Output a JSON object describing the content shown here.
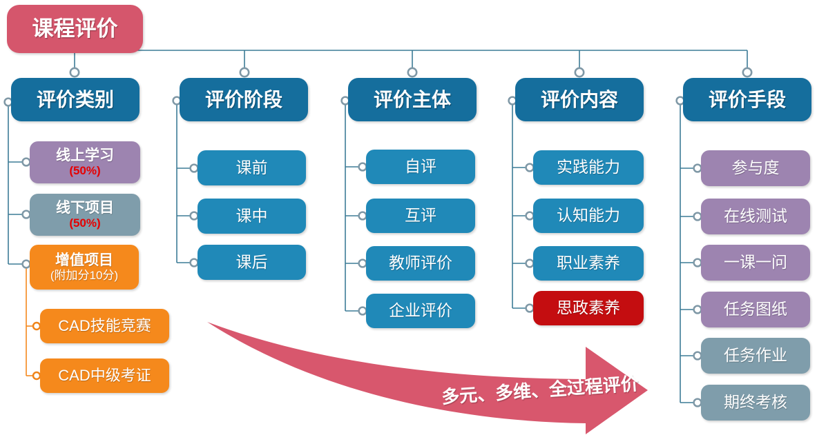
{
  "title": "课程评价",
  "columns": [
    {
      "header": "评价类别",
      "items": [
        {
          "label": "线上学习",
          "sub": "(50%)"
        },
        {
          "label": "线下项目",
          "sub": "(50%)"
        },
        {
          "label": "增值项目",
          "sub": "(附加分10分)"
        },
        {
          "label": "CAD技能竞赛"
        },
        {
          "label": "CAD中级考证"
        }
      ]
    },
    {
      "header": "评价阶段",
      "items": [
        {
          "label": "课前"
        },
        {
          "label": "课中"
        },
        {
          "label": "课后"
        }
      ]
    },
    {
      "header": "评价主体",
      "items": [
        {
          "label": "自评"
        },
        {
          "label": "互评"
        },
        {
          "label": "教师评价"
        },
        {
          "label": "企业评价"
        }
      ]
    },
    {
      "header": "评价内容",
      "items": [
        {
          "label": "实践能力"
        },
        {
          "label": "认知能力"
        },
        {
          "label": "职业素养"
        },
        {
          "label": "思政素养"
        }
      ]
    },
    {
      "header": "评价手段",
      "items": [
        {
          "label": "参与度"
        },
        {
          "label": "在线测试"
        },
        {
          "label": "一课一问"
        },
        {
          "label": "任务图纸"
        },
        {
          "label": "任务作业"
        },
        {
          "label": "期终考核"
        }
      ]
    }
  ],
  "arrow_label": "多元、多维、全过程评价",
  "colors": {
    "title_bg": "#d5566c",
    "header_bg": "#156e9d",
    "item_blue": "#2089b8",
    "item_purple": "#9d84b0",
    "item_slate": "#7f9dab",
    "item_orange": "#f5891c",
    "item_red": "#c40d10",
    "percent_text": "#e60000",
    "connector_line": "#3c7b96",
    "circle_ring": "#7f98a6",
    "arrow": "#d8576d"
  }
}
